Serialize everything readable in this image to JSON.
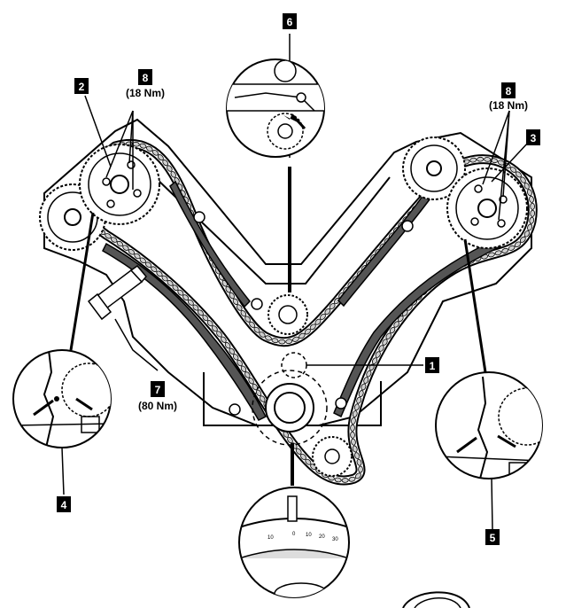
{
  "colors": {
    "line": "#000000",
    "background": "#ffffff",
    "chain_link": "#cfcfcf",
    "guide_rail": "#555555",
    "callout_box": "#000000"
  },
  "callouts": [
    {
      "id": "callout-1",
      "number": "1"
    },
    {
      "id": "callout-2",
      "number": "2"
    },
    {
      "id": "callout-3",
      "number": "3"
    },
    {
      "id": "callout-4",
      "number": "4"
    },
    {
      "id": "callout-5",
      "number": "5"
    },
    {
      "id": "callout-6",
      "number": "6"
    },
    {
      "id": "callout-7",
      "number": "7",
      "torque": "(80 Nm)"
    },
    {
      "id": "callout-8-left",
      "number": "8",
      "torque": "(18 Nm)"
    },
    {
      "id": "callout-8-right",
      "number": "8",
      "torque": "(18 Nm)"
    }
  ],
  "timing_scale_marks": [
    "10",
    "0",
    "10",
    "20",
    "30"
  ],
  "icons": [
    "sprocket-icon",
    "arrow-icon",
    "chain-icon",
    "tensioner-icon",
    "magnifier-icon"
  ]
}
